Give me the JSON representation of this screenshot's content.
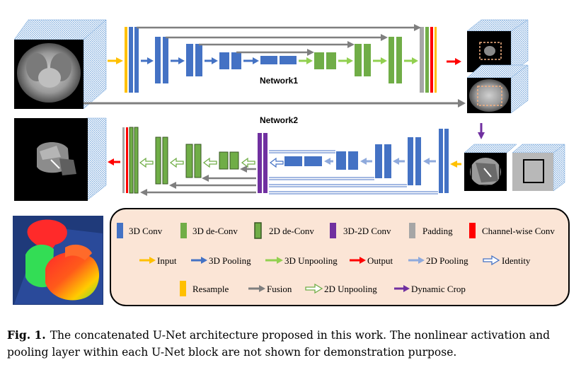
{
  "network1_label": "Network1",
  "network2_label": "Network2",
  "legend": {
    "row1": [
      "3D Conv",
      "3D de-Conv",
      "2D de-Conv",
      "3D-2D Conv",
      "Padding",
      "Channel-wise Conv"
    ],
    "row2": [
      "Input",
      "3D Pooling",
      "3D Unpooling",
      "Output",
      "2D Pooling",
      "Identity"
    ],
    "row3": [
      "Resample",
      "Fusion",
      "2D Unpooling",
      "Dynamic Crop"
    ]
  },
  "caption": {
    "label": "Fig. 1.",
    "text": "The concatenated U-Net architecture proposed in this work. The nonlinear activation and pooling layer within each U-Net block are not shown for demonstration purpose."
  },
  "colors": {
    "conv3d": "#4472c4",
    "deconv3d": "#70ad47",
    "deconv2d": "#70ad47",
    "conv3d2d": "#7030a0",
    "padding": "#a6a6a6",
    "channel_conv": "#ff0000",
    "input_arrow": "#ffc000",
    "pool3d_arrow": "#4472c4",
    "unpool3d_arrow": "#92d050",
    "output_arrow": "#ff0000",
    "pool2d_arrow": "#8faadc",
    "identity_arrow": "#4472c4",
    "resample": "#ffc000",
    "fusion_arrow": "#808080",
    "unpool2d_arrow": "#70ad47",
    "crop_arrow": "#7030a0",
    "legend_bg": "#fbe5d6"
  }
}
